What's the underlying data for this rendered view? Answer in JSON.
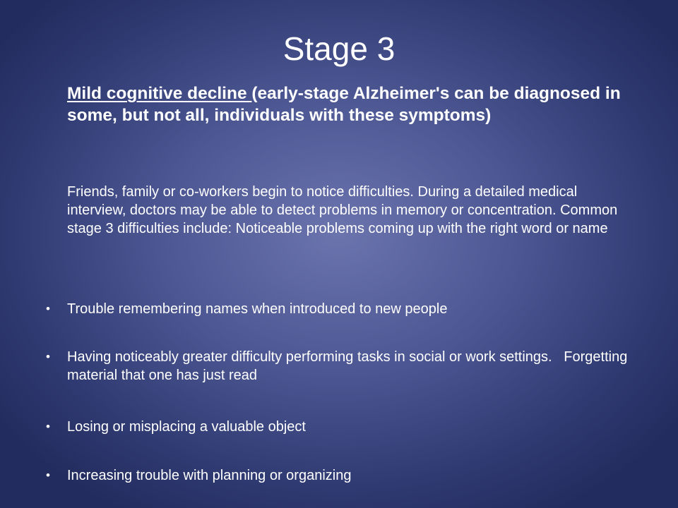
{
  "slide": {
    "title": "Stage 3",
    "heading_underlined": "Mild cognitive decline ",
    "heading_rest": "(early-stage Alzheimer's can be diagnosed in some, but not all, individuals with these symptoms)",
    "intro": "Friends, family or co-workers begin to notice difficulties. During a detailed medical interview, doctors may be able to detect problems in memory or concentration. Common stage 3 difficulties include: Noticeable problems coming up with the right word or name",
    "bullet_glyph": "•",
    "bullets": [
      "Trouble remembering names when introduced to new people",
      "Having noticeably greater difficulty performing tasks in social or work settings.   Forgetting material that one has just read",
      "Losing or misplacing a valuable object",
      "Increasing trouble with planning or organizing"
    ]
  },
  "colors": {
    "text": "#ffffff",
    "background_center": "#6b74ad",
    "background_edge": "#232c5e"
  }
}
